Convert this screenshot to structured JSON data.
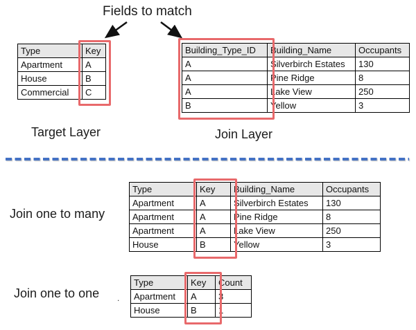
{
  "labels": {
    "fields_to_match": "Fields to match",
    "target_layer": "Target Layer",
    "join_layer": "Join Layer",
    "join_one_to_many": "Join one to many",
    "join_one_to_one": "Join one to one",
    "stray_dot": "."
  },
  "colors": {
    "highlight_red": "#e8696b",
    "divider_blue": "#4472c4",
    "header_gray": "#e7e7e7",
    "arrow_black": "#111111"
  },
  "tables": {
    "target": {
      "headers": [
        "Type",
        "Key"
      ],
      "rows": [
        [
          "Apartment",
          "A"
        ],
        [
          "House",
          "B"
        ],
        [
          "Commercial",
          "C"
        ]
      ],
      "highlight_column": "Key"
    },
    "join": {
      "headers": [
        "Building_Type_ID",
        "Building_Name",
        "Occupants"
      ],
      "rows": [
        [
          "A",
          "Silverbirch Estates",
          "130"
        ],
        [
          "A",
          "Pine Ridge",
          "8"
        ],
        [
          "A",
          "Lake View",
          "250"
        ],
        [
          "B",
          "Yellow",
          "3"
        ]
      ],
      "highlight_column": "Building_Type_ID"
    },
    "one_to_many": {
      "headers": [
        "Type",
        "Key",
        "Building_Name",
        "Occupants"
      ],
      "rows": [
        [
          "Apartment",
          "A",
          "Silverbirch Estates",
          "130"
        ],
        [
          "Apartment",
          "A",
          "Pine Ridge",
          "8"
        ],
        [
          "Apartment",
          "A",
          "Lake View",
          "250"
        ],
        [
          "House",
          "B",
          "Yellow",
          "3"
        ]
      ],
      "highlight_column": "Key"
    },
    "one_to_one": {
      "headers": [
        "Type",
        "Key",
        "Count"
      ],
      "rows": [
        [
          "Apartment",
          "A",
          "3"
        ],
        [
          "House",
          "B",
          "1"
        ]
      ],
      "highlight_column": "Key"
    }
  }
}
